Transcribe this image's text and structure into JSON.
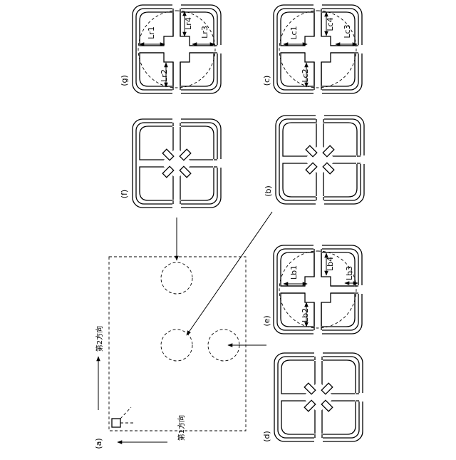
{
  "figure": {
    "panels": {
      "a": {
        "caption": "(a)",
        "axis_first": "第1方向",
        "axis_second": "第2方向"
      },
      "b": {
        "caption": "(b)"
      },
      "c": {
        "caption": "(c)",
        "dims": [
          "Lc1",
          "Lc2",
          "Lc3",
          "Lc4"
        ]
      },
      "d": {
        "caption": "(d)"
      },
      "e": {
        "caption": "(e)",
        "dims": [
          "Lb1",
          "Lb2",
          "Lb3",
          "Lb4"
        ]
      },
      "f": {
        "caption": "(f)"
      },
      "g": {
        "caption": "(g)",
        "dims": [
          "Lr1",
          "Lr2",
          "Lr3",
          "Lr4"
        ]
      }
    }
  }
}
